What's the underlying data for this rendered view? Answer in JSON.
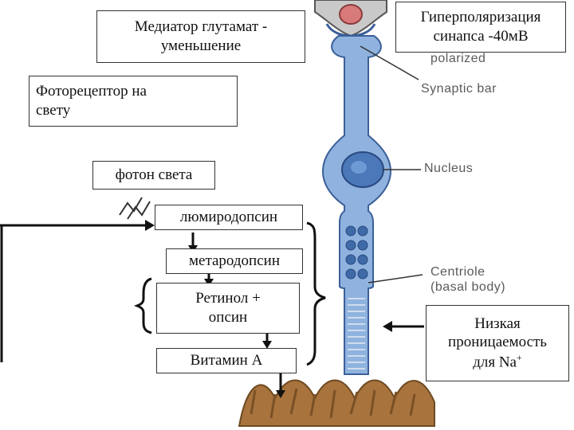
{
  "boxes": {
    "mediator_line1": "Медиатор глутамат -",
    "mediator_line2": "уменьшение",
    "hyperpol_line1": "Гиперполяризация",
    "hyperpol_line2": "синапса -40мВ",
    "photoreceptor_line1": "Фоторецептор на",
    "photoreceptor_line2": "свету",
    "photon": "фотон света",
    "lumirhodopsin": "люмиродопсин",
    "metarhodopsin": "метародопсин",
    "retinol_line1": "Ретинол +",
    "retinol_line2": "опсин",
    "vitamin_a": "Витамин А",
    "permeability_line1": "Низкая",
    "permeability_line2": "проницаемость",
    "permeability_line3": "для Na",
    "permeability_sup": "+"
  },
  "cell_labels": {
    "polarized": "polarized",
    "synaptic_bar": "Synaptic bar",
    "nucleus": "Nucleus",
    "centriole_line1": "Centriole",
    "centriole_line2": "(basal body)"
  },
  "colors": {
    "cell_fill": "#8fb3de",
    "cell_stroke": "#3b5f99",
    "nucleus_fill": "#4a78b8",
    "soil": "#a8733d",
    "synapse_red": "#d97a7a"
  }
}
